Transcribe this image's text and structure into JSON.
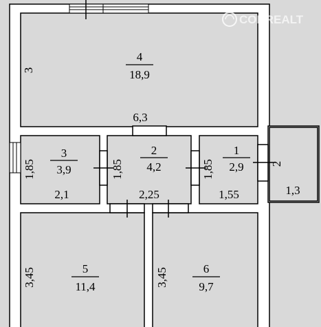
{
  "watermark": {
    "brand": "CORREALT"
  },
  "rooms": [
    {
      "id": "4",
      "number": "4",
      "area": "18,9",
      "height_dim": "3",
      "top_dim": "",
      "bottom_dim": "6,3"
    },
    {
      "id": "3",
      "number": "3",
      "area": "3,9",
      "height_dim": "1,85",
      "top_dim": "",
      "bottom_dim": "2,1"
    },
    {
      "id": "2",
      "number": "2",
      "area": "4,2",
      "height_dim": "1,85",
      "top_dim": "",
      "bottom_dim": "2,25"
    },
    {
      "id": "1",
      "number": "1",
      "area": "2,9",
      "height_dim": "1,85",
      "top_dim": "",
      "bottom_dim": "1,55"
    },
    {
      "id": "5",
      "number": "5",
      "area": "11,4",
      "height_dim": "3,45",
      "top_dim": "",
      "bottom_dim": ""
    },
    {
      "id": "6",
      "number": "6",
      "area": "9,7",
      "height_dim": "3,45",
      "top_dim": "",
      "bottom_dim": ""
    }
  ],
  "porch": {
    "side_dim": "2",
    "width_dim": "1,3"
  },
  "colors": {
    "wall": "#ffffff",
    "wall_line": "#000000",
    "background": "#d9d9d9"
  }
}
